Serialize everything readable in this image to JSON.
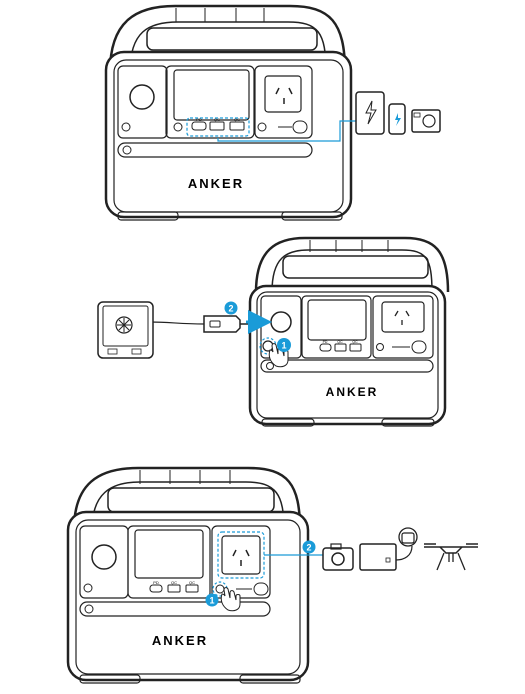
{
  "panels": [
    {
      "brand": "ANKER",
      "port_labels": [
        "PD",
        "QC",
        "QC"
      ]
    },
    {
      "brand": "ANKER",
      "port_labels": [
        "PD",
        "QC",
        "QC"
      ],
      "steps": [
        "1",
        "2"
      ]
    },
    {
      "brand": "ANKER",
      "port_labels": [
        "PD",
        "QC",
        "QC"
      ],
      "steps": [
        "1",
        "2"
      ]
    }
  ],
  "colors": {
    "accent": "#1a9bd8",
    "line": "#222222"
  }
}
